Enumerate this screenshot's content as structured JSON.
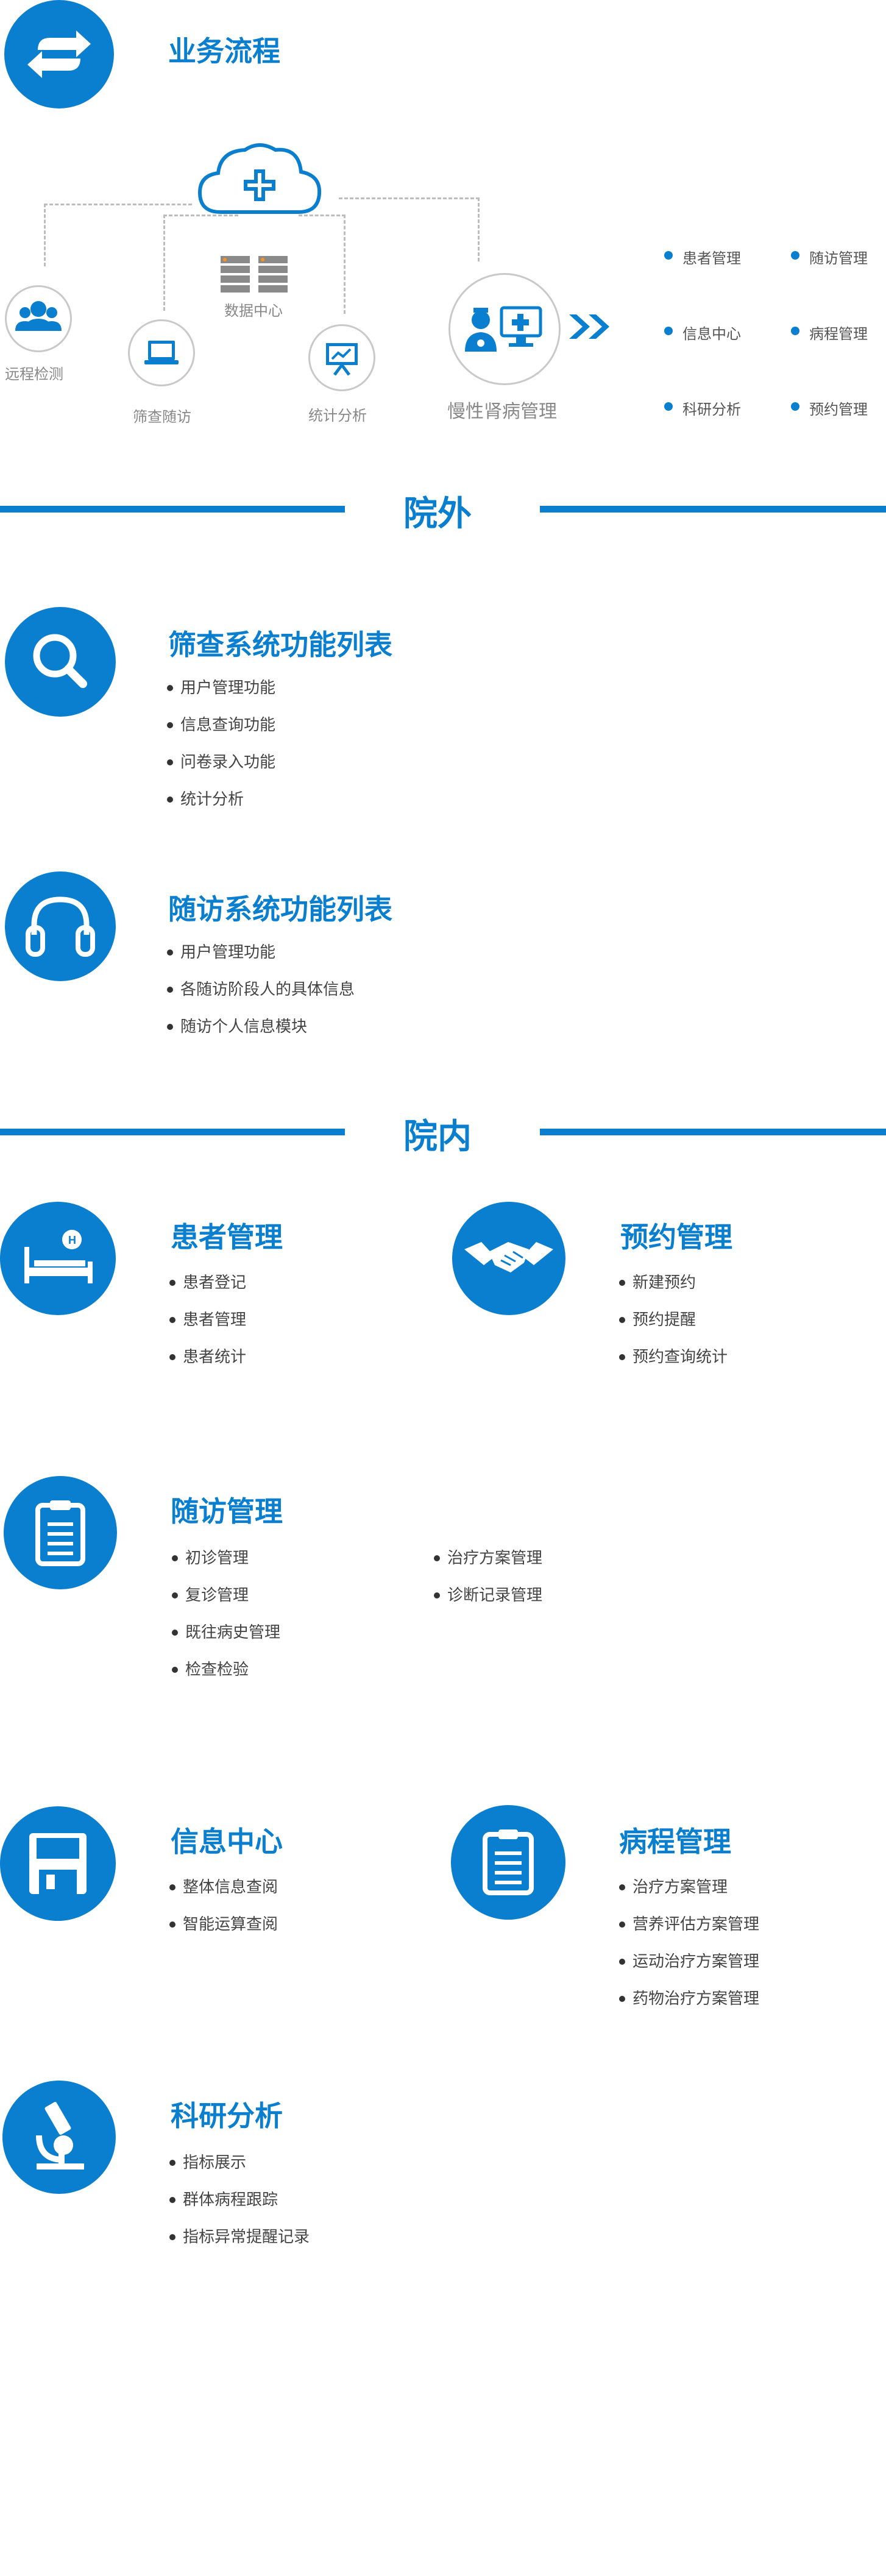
{
  "business_flow": {
    "title": "业务流程",
    "data_center": "数据中心",
    "remote": "远程检测",
    "screening": "筛查随访",
    "statistics": "统计分析",
    "ckd": "慢性肾病管理",
    "modules": [
      "患者管理",
      "随访管理",
      "信息中心",
      "病程管理",
      "科研分析",
      "预约管理"
    ]
  },
  "outside": {
    "label": "院外",
    "screening": {
      "title": "筛查系统功能列表",
      "items": [
        "用户管理功能",
        "信息查询功能",
        "问卷录入功能",
        "统计分析"
      ]
    },
    "followup": {
      "title": "随访系统功能列表",
      "items": [
        "用户管理功能",
        "各随访阶段人的具体信息",
        "随访个人信息模块"
      ]
    }
  },
  "inside": {
    "label": "院内",
    "patient": {
      "title": "患者管理",
      "items": [
        "患者登记",
        "患者管理",
        "患者统计"
      ]
    },
    "appointment": {
      "title": "预约管理",
      "items": [
        "新建预约",
        "预约提醒",
        "预约查询统计"
      ]
    },
    "followup": {
      "title": "随访管理",
      "items_left": [
        "初诊管理",
        "复诊管理",
        "既往病史管理",
        "检查检验"
      ],
      "items_right": [
        "治疗方案管理",
        "诊断记录管理"
      ]
    },
    "info": {
      "title": "信息中心",
      "items": [
        "整体信息查阅",
        "智能运算查阅"
      ]
    },
    "course": {
      "title": "病程管理",
      "items": [
        "治疗方案管理",
        "营养评估方案管理",
        "运动治疗方案管理",
        "药物治疗方案管理"
      ]
    },
    "research": {
      "title": "科研分析",
      "items": [
        "指标展示",
        "群体病程跟踪",
        "指标异常提醒记录"
      ]
    }
  },
  "colors": {
    "accent": "#0a7fd0",
    "text": "#444444",
    "muted": "#888888"
  },
  "icons": [
    "refresh-icon",
    "cloud-medical-icon",
    "server-icon",
    "people-icon",
    "laptop-icon",
    "presentation-icon",
    "doctor-icon",
    "monitor-medical-icon",
    "double-chevron-icon",
    "search-icon",
    "headphones-icon",
    "hospital-bed-icon",
    "handshake-icon",
    "clipboard-icon",
    "floppy-disk-icon",
    "microscope-icon"
  ]
}
